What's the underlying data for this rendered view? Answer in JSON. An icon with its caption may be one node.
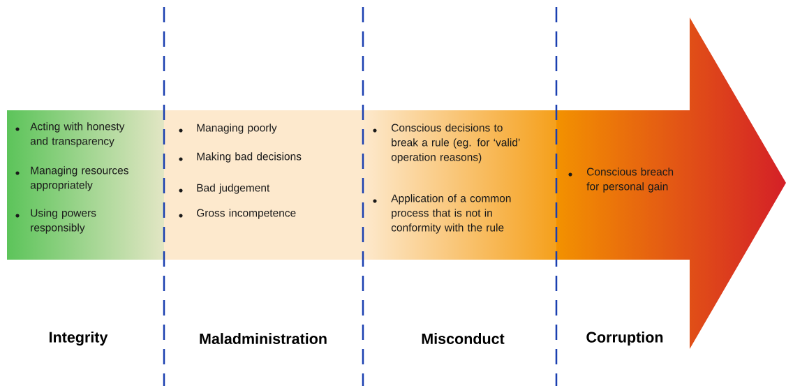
{
  "diagram": {
    "nodes": [
      {
        "text": [
          "Acting with honesty and transparency",
          "Managing resources appropriately",
          "Using powers responsibly"
        ]
      },
      {
        "text": [
          "Managing poorly",
          "Making bad decisions",
          "Bad judgement",
          "Gross incompetence"
        ]
      },
      {
        "text": [
          "Conscious decisions to break a rule (eg. for ‘valid’ operation reasons)",
          "Application of a common process that is not in conformity with the rule"
        ]
      },
      {
        "text": [
          "Conscious breach for personal gain"
        ]
      }
    ],
    "labels": [
      "Integrity",
      "Maladministration",
      "Misconduct",
      "Corruption"
    ]
  }
}
